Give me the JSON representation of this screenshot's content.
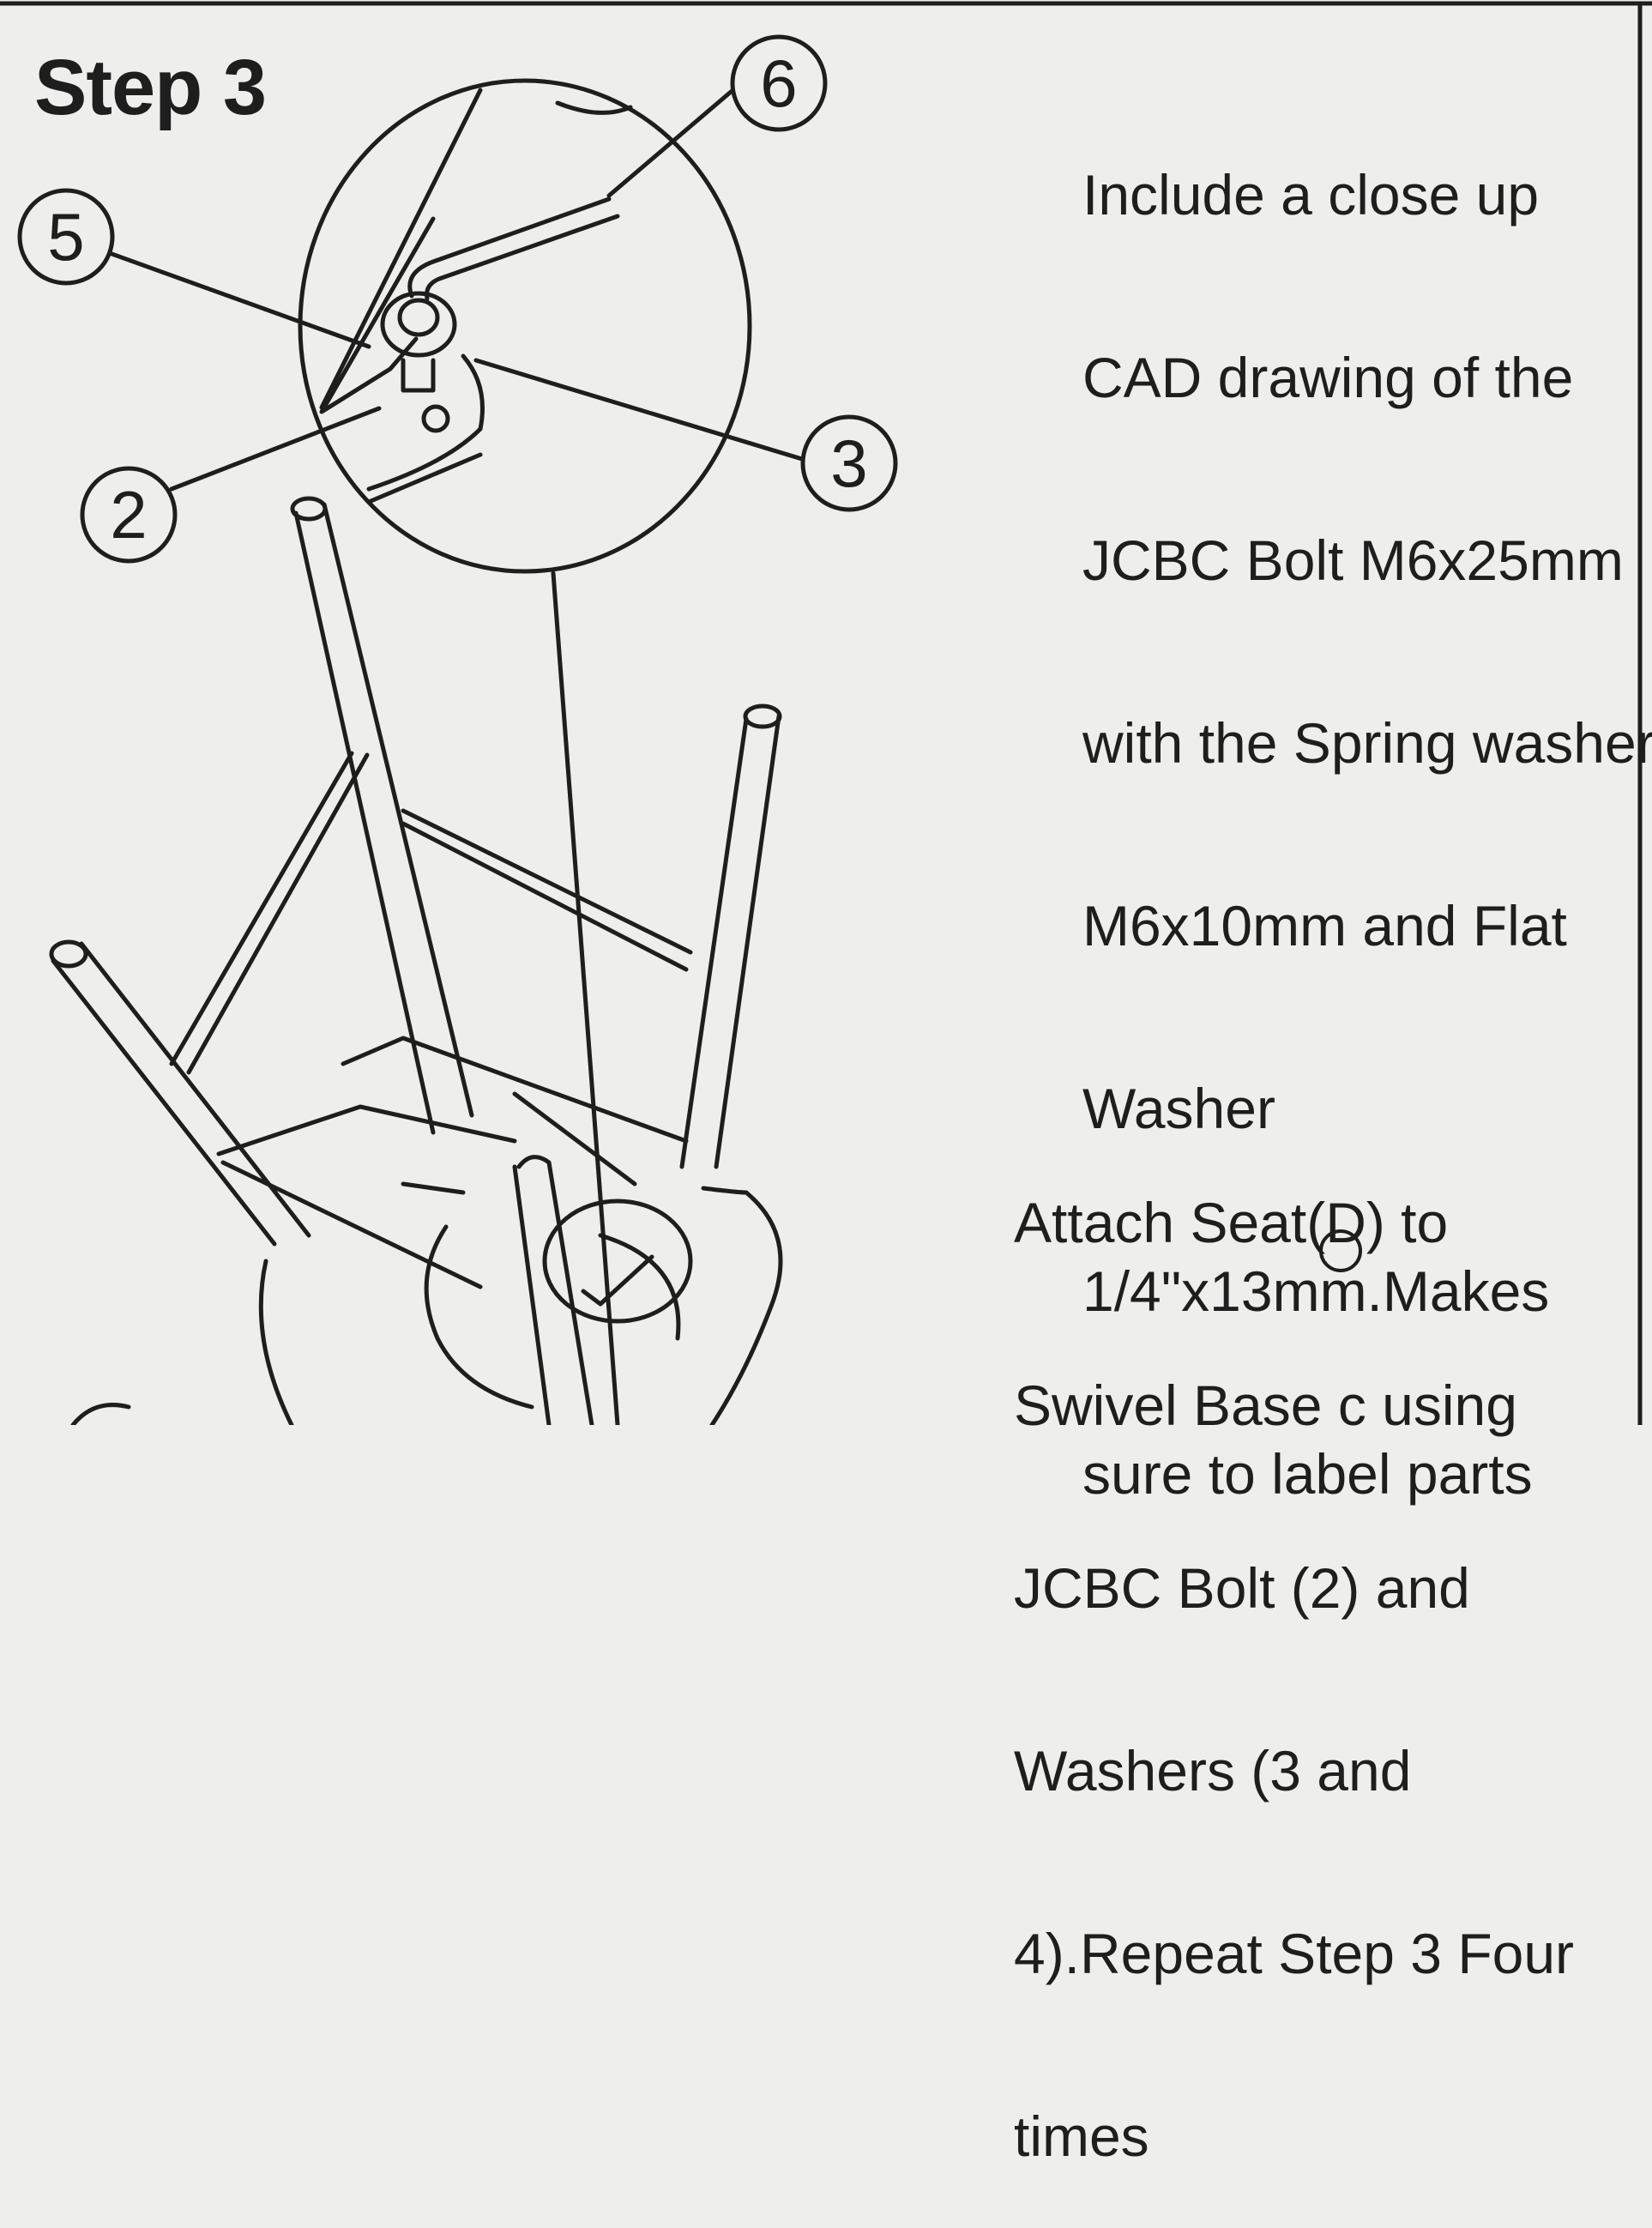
{
  "step": {
    "title": "Step 3"
  },
  "note": {
    "lines": [
      "Include a close up",
      "CAD drawing of the",
      "JCBC Bolt M6x25mm",
      "with the Spring washer",
      "M6x10mm and Flat",
      "Washer",
      "1/4\"x13mm.Makes",
      "sure to label parts"
    ]
  },
  "instruction": {
    "lines": [
      "Attach Seat(D) to",
      "Swivel Base c using",
      "JCBC Bolt (2) and",
      "Washers (3 and",
      "4).Repeat Step 3 Four",
      "times"
    ]
  },
  "callouts": [
    {
      "id": "6",
      "label": "6"
    },
    {
      "id": "5",
      "label": "5"
    },
    {
      "id": "3",
      "label": "3"
    },
    {
      "id": "2",
      "label": "2"
    }
  ],
  "colors": {
    "ink": "#1e1e1e",
    "paper": "#eeeeec"
  }
}
